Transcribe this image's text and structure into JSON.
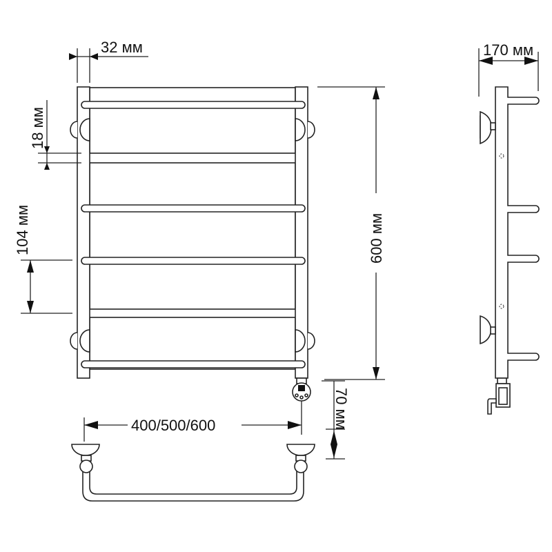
{
  "dimensions": {
    "post_width": "32 мм",
    "rung_gap": "18 мм",
    "rung_spacing": "104 мм",
    "height": "600 мм",
    "heater_offset": "70 мм",
    "width": "400/500/600",
    "depth": "170 мм"
  },
  "colors": {
    "line": "#222222",
    "background": "#ffffff"
  }
}
